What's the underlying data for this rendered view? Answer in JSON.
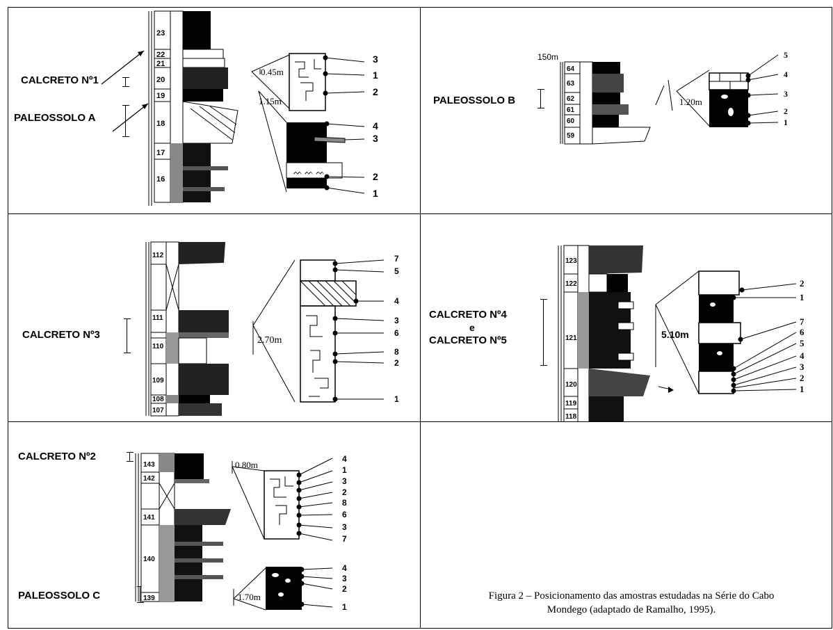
{
  "panels": {
    "a": {
      "labels": [
        "CALCRETO Nº1",
        "PALEOSSOLO A"
      ],
      "units": [
        "23",
        "22",
        "21",
        "20",
        "19",
        "18",
        "17",
        "16"
      ],
      "thickness": [
        "0.45m",
        "1.15m"
      ],
      "samples_upper": [
        "3",
        "1",
        "2"
      ],
      "samples_lower": [
        "4",
        "3",
        "2",
        "1"
      ]
    },
    "b": {
      "labels": [
        "PALEOSSOLO B"
      ],
      "height_marker": "150m",
      "units": [
        "64",
        "63",
        "62",
        "61",
        "60",
        "59"
      ],
      "thickness": [
        "1.20m"
      ],
      "samples": [
        "5",
        "4",
        "3",
        "2",
        "1"
      ]
    },
    "c": {
      "labels": [
        "CALCRETO Nº3"
      ],
      "units": [
        "112",
        "111",
        "110",
        "109",
        "108",
        "107"
      ],
      "thickness": [
        "2.70m"
      ],
      "samples": [
        "7",
        "5",
        "4",
        "3",
        "6",
        "8",
        "2",
        "1"
      ]
    },
    "d": {
      "labels": [
        "CALCRETO Nº4",
        "e",
        "CALCRETO Nº5"
      ],
      "units": [
        "123",
        "122",
        "121",
        "120",
        "119",
        "118"
      ],
      "thickness": [
        "5.10m"
      ],
      "samples": [
        "2",
        "1",
        "7",
        "6",
        "5",
        "4",
        "3",
        "2",
        "1"
      ]
    },
    "e": {
      "labels": [
        "CALCRETO Nº2",
        "PALEOSSOLO C"
      ],
      "units": [
        "143",
        "142",
        "141",
        "140",
        "139"
      ],
      "thickness": [
        "0.80m",
        "1.70m"
      ],
      "samples_upper": [
        "4",
        "1",
        "3",
        "2",
        "8",
        "6",
        "3",
        "7"
      ],
      "samples_lower": [
        "4",
        "3",
        "2",
        "1"
      ]
    }
  },
  "caption": {
    "line1": "Figura 2 – Posicionamento das amostras estudadas na Série do Cabo",
    "line2": "Mondego (adaptado de Ramalho, 1995)."
  }
}
